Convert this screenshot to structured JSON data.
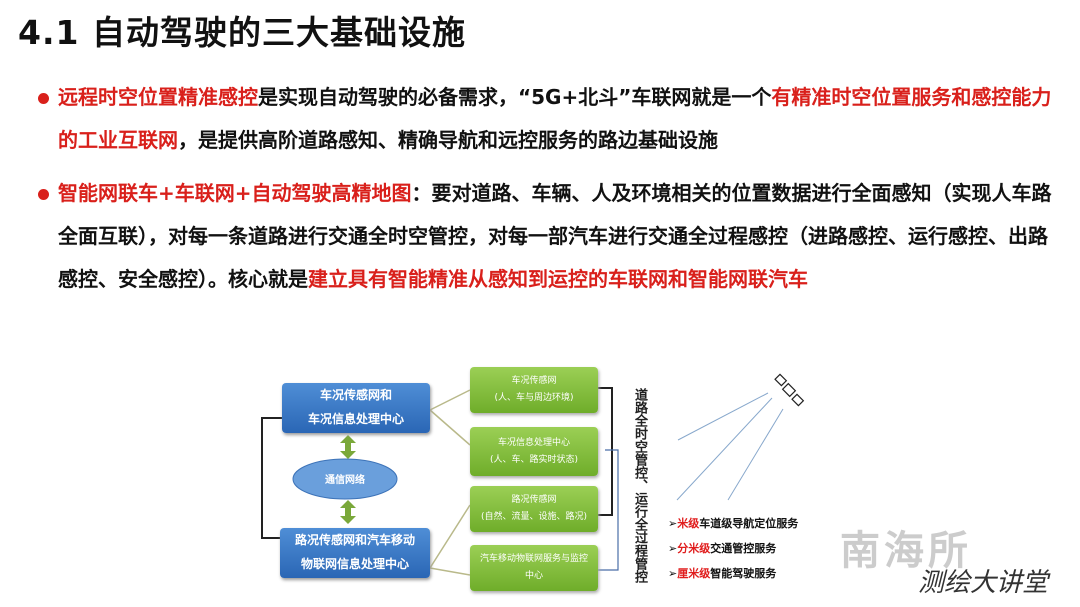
{
  "title": "4.1 自动驾驶的三大基础设施",
  "bullets": [
    {
      "p1_red": "远程时空位置精准感控",
      "p1": "是实现自动驾驶的必备需求，“5G+北斗”车联网就是一个",
      "p1_red2": "有精准时空位置服务和感控能力的工业互联网",
      "p1_end": "，是提供高阶道路感知、精确导航和远控服务的路边基础设施"
    },
    {
      "p2_red": "智能网联车+车联网+自动驾驶高精地图",
      "p2": "：要对道路、车辆、人及环境相关的位置数据进行全面感知（实现人车路全面互联），对每一条道路进行交通全时空管控，对每一部汽车进行交通全过程感控（进路感控、运行感控、出路感控、安全感控）。核心就是",
      "p2_red2": "建立具有智能精准从感知到运控的车联网和智能网联汽车"
    }
  ],
  "diagram": {
    "blue1": [
      "车况传感网和",
      "车况信息处理中心"
    ],
    "cloud": "通信网络",
    "blue2": [
      "路况传感网和汽车移动",
      "物联网信息处理中心"
    ],
    "green": [
      [
        "车况传感网",
        "(人、车与周边环境)"
      ],
      [
        "车况信息处理中心",
        "(人、车、路实时状态)"
      ],
      [
        "路况传感网",
        "(自然、流量、设施、路况)"
      ],
      [
        "汽车移动物联网服务与监控",
        "中心"
      ]
    ],
    "vertical": "道路全时空管控、运行全过程管控"
  },
  "services": [
    {
      "red": "米级",
      "text": "车道级导航定位服务"
    },
    {
      "red": "分米级",
      "text": "交通管控服务"
    },
    {
      "red": "厘米级",
      "text": "智能驾驶服务"
    }
  ],
  "watermark": {
    "line1": "南海所",
    "line2": "测绘大讲堂"
  }
}
